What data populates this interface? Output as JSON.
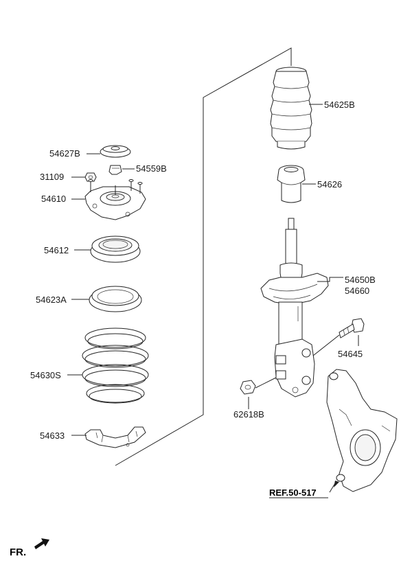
{
  "labels": {
    "p54627B": "54627B",
    "p54559B": "54559B",
    "p31109": "31109",
    "p54610": "54610",
    "p54612": "54612",
    "p54623A": "54623A",
    "p54630S": "54630S",
    "p54633": "54633",
    "p54625B": "54625B",
    "p54626": "54626",
    "p54650B": "54650B",
    "p54660": "54660",
    "p54645": "54645",
    "p62618B": "62618B",
    "ref": "REF.50-517"
  },
  "direction": {
    "label": "FR."
  },
  "colors": {
    "line": "#222222",
    "background": "#ffffff"
  }
}
